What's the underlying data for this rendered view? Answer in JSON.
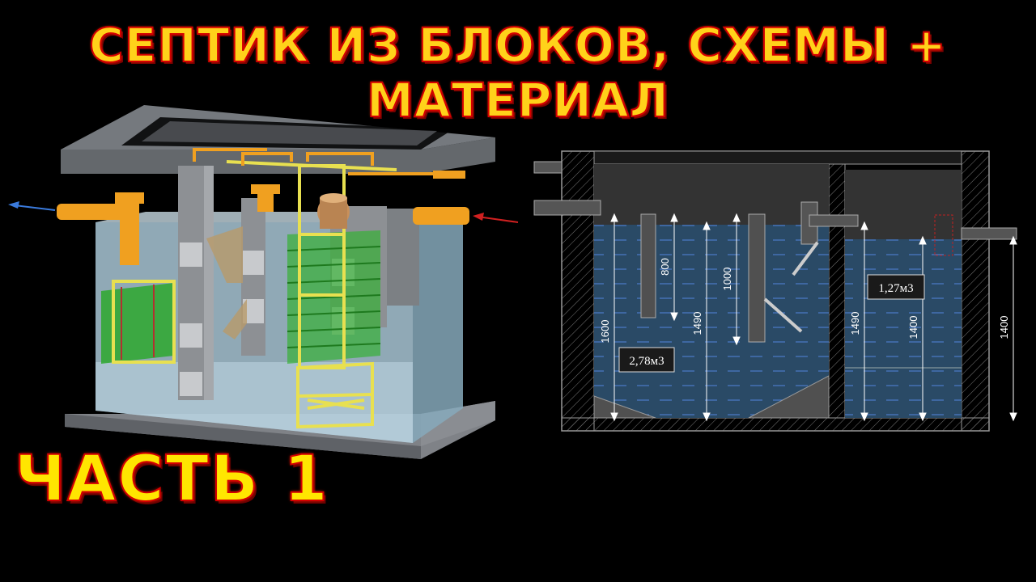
{
  "title": "СЕПТИК ИЗ БЛОКОВ, СХЕМЫ + МАТЕРИАЛ",
  "subtitle": "ЧАСТЬ 1",
  "diagram": {
    "dimensions": {
      "d1600": "1600",
      "d800": "800",
      "d1490a": "1490",
      "d1000": "1000",
      "d1490b": "1490",
      "d1400a": "1400",
      "d1400b": "1400"
    },
    "volumes": {
      "chamber1": "2,78м3",
      "chamber2": "1,27м3"
    }
  },
  "colors": {
    "title_fill": "#ffd21a",
    "title_outline": "#d40000",
    "pipe": "#f0a020",
    "frame": "#e8e050",
    "rebar_mesh": "#2ea82e"
  }
}
